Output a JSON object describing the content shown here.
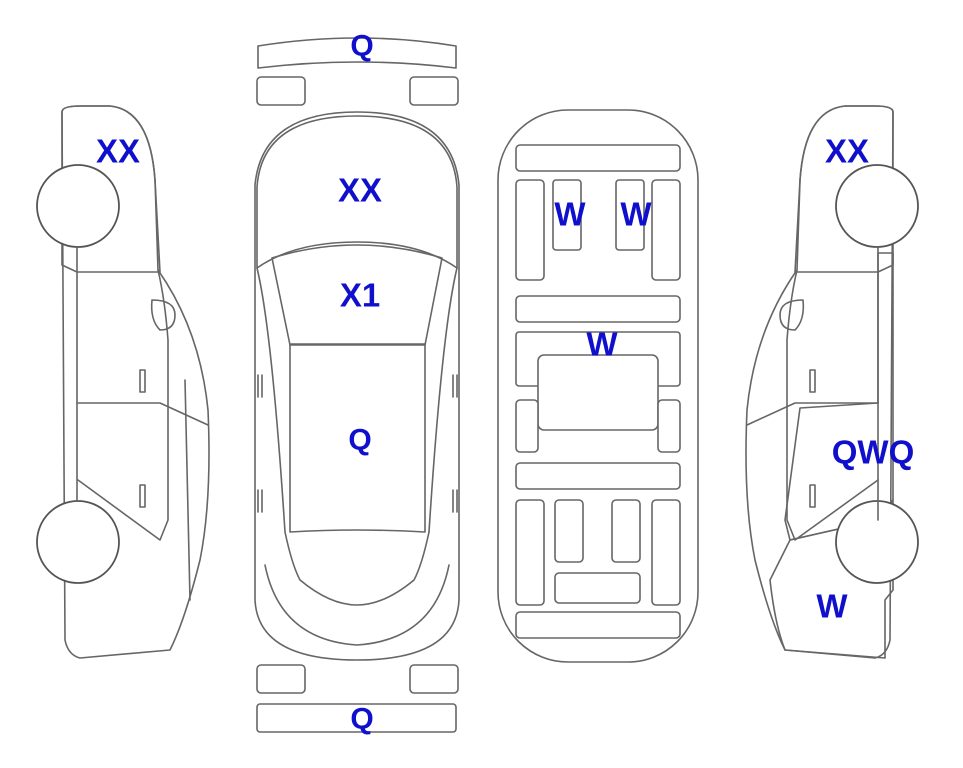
{
  "colors": {
    "damage": "#FBAA2E",
    "glass": "#E0F5FB",
    "outline": "#666666",
    "label": "#1010CC"
  },
  "labels": {
    "front_bumper": "Q",
    "rear_bumper": "Q",
    "left_glass": "XX",
    "windshield": "XX",
    "roof": "X1",
    "hood": "Q",
    "seat_left": "W",
    "seat_right": "W",
    "cargo_floor": "W",
    "right_glass": "XX",
    "right_door": "QWQ",
    "right_quarter": "W"
  }
}
